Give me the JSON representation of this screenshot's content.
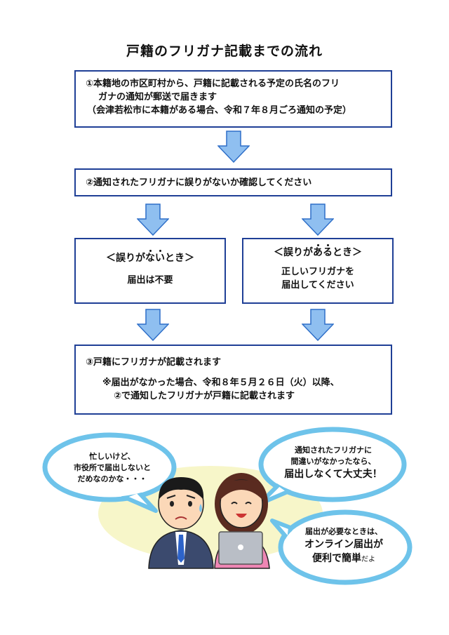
{
  "title": "戸籍のフリガナ記載までの流れ",
  "step1": {
    "line1": "①本籍地の市区町村から、戸籍に記載される予定の氏名のフリ",
    "line2": "ガナの通知が郵送で届きます",
    "line3": "（会津若松市に本籍がある場合、令和７年８月ごろ通知の予定）"
  },
  "step2": {
    "text": "②通知されたフリガナに誤りがないか確認してください"
  },
  "branch_no_error": {
    "head_open": "＜誤りが",
    "head_dot1": "な",
    "head_dot2": "い",
    "head_close": "とき＞",
    "body": "届出は不要"
  },
  "branch_error": {
    "head_open": "＜誤りが",
    "head_dot1": "あ",
    "head_dot2": "る",
    "head_close": "とき＞",
    "body1": "正しいフリガナを",
    "body2": "届出してください"
  },
  "step3": {
    "text": "③戸籍にフリガナが記載されます",
    "note1": "※届出がなかった場合、令和８年５月２６日（火）以降、",
    "note2": "②で通知したフリガナが戸籍に記載されます"
  },
  "bubble_man": {
    "line1": "忙しいけど、",
    "line2": "市役所で届出しないと",
    "line3": "だめなのかな・・・"
  },
  "bubble_woman_top": {
    "line1": "通知されたフリガナに",
    "line2": "間違いがなかったなら、",
    "line3": "届出しなくて大丈夫！"
  },
  "bubble_woman_bottom": {
    "line1": "届出が必要なときは、",
    "line2": "オンライン届出が",
    "line3": "便利で簡単",
    "tail": "だよ"
  },
  "colors": {
    "box_border": "#1f3f96",
    "arrow_fill": "#8fbff0",
    "arrow_stroke": "#2f6fc8",
    "bubble_border": "#6ec3ea",
    "ellipse": "#f7f6c9"
  }
}
